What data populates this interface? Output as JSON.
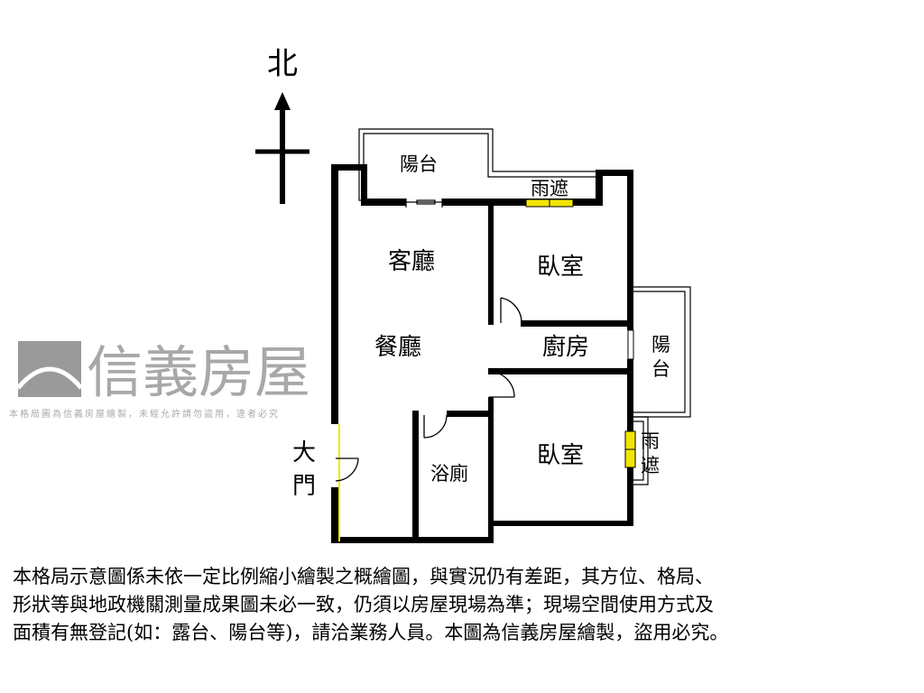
{
  "compass": {
    "north_label": "北"
  },
  "rooms": {
    "balcony_top": "陽台",
    "rain_cover_top": "雨遮",
    "living_room": "客廳",
    "bedroom_1": "臥室",
    "dining_room": "餐廳",
    "kitchen": "廚房",
    "balcony_right_1": "陽",
    "balcony_right_2": "台",
    "bedroom_2": "臥室",
    "bathroom": "浴廁",
    "entrance_1": "大",
    "entrance_2": "門",
    "rain_cover_right_1": "雨",
    "rain_cover_right_2": "遮"
  },
  "watermark": {
    "brand": "信義房屋",
    "notice": "本格局圖為信義房屋繪製，未經允許請勿盜用，違者必究"
  },
  "disclaimer": {
    "lines": [
      "本格局示意圖係未依一定比例縮小繪製之概繪圖，與實況仍有差距，其方位、格局、",
      "形狀等與地政機關測量成果圖未必一致，仍須以房屋現場為準；現場空間使用方式及",
      "面積有無登記(如：露台、陽台等)，請洽業務人員。本圖為信義房屋繪製，盜用必究。"
    ]
  },
  "colors": {
    "wall": "#000000",
    "window": "#f2e600",
    "watermark": "#9a9a9a"
  }
}
